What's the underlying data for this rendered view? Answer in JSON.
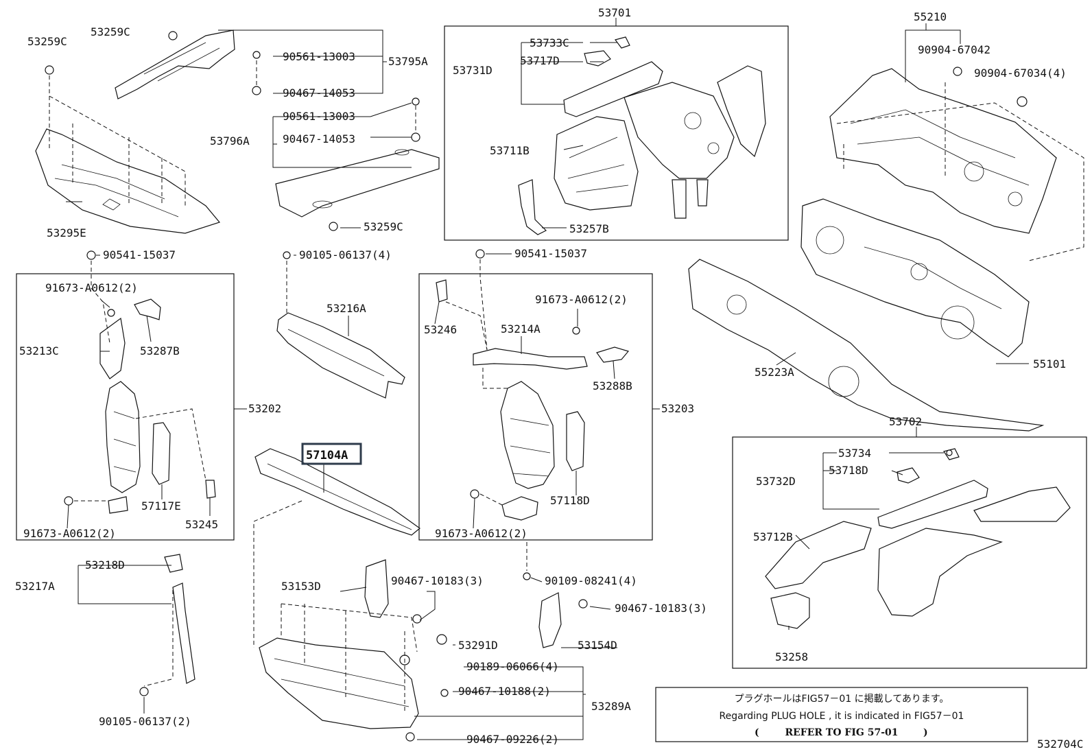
{
  "highlight": {
    "part_no": "57104A",
    "color": "#2e3b4b"
  },
  "labels": [
    {
      "id": "l_53701",
      "text": "53701"
    },
    {
      "id": "l_55210",
      "text": "55210"
    },
    {
      "id": "l_53259C_a",
      "text": "53259C"
    },
    {
      "id": "l_53259C_b",
      "text": "53259C"
    },
    {
      "id": "l_53733C",
      "text": "53733C"
    },
    {
      "id": "l_53731D",
      "text": "53731D"
    },
    {
      "id": "l_53717D",
      "text": "53717D"
    },
    {
      "id": "l_90904_67042",
      "text": "90904-67042"
    },
    {
      "id": "l_90904_67034",
      "text": "90904-67034(4)"
    },
    {
      "id": "l_90561_13003_a",
      "text": "90561-13003"
    },
    {
      "id": "l_53795A",
      "text": "53795A"
    },
    {
      "id": "l_90467_14053_a",
      "text": "90467-14053"
    },
    {
      "id": "l_90561_13003_b",
      "text": "90561-13003"
    },
    {
      "id": "l_53796A",
      "text": "53796A"
    },
    {
      "id": "l_90467_14053_b",
      "text": "90467-14053"
    },
    {
      "id": "l_53711B",
      "text": "53711B"
    },
    {
      "id": "l_53295E",
      "text": "53295E"
    },
    {
      "id": "l_53259C_c",
      "text": "53259C"
    },
    {
      "id": "l_53257B",
      "text": "53257B"
    },
    {
      "id": "l_90541_15037_a",
      "text": "90541-15037"
    },
    {
      "id": "l_90105_06137_4",
      "text": "90105-06137(4)"
    },
    {
      "id": "l_90541_15037_b",
      "text": "90541-15037"
    },
    {
      "id": "l_91673_A0612_a",
      "text": "91673-A0612(2)"
    },
    {
      "id": "l_91673_A0612_b",
      "text": "91673-A0612(2)"
    },
    {
      "id": "l_53216A",
      "text": "53216A"
    },
    {
      "id": "l_53246",
      "text": "53246"
    },
    {
      "id": "l_53213C",
      "text": "53213C"
    },
    {
      "id": "l_53287B",
      "text": "53287B"
    },
    {
      "id": "l_53214A",
      "text": "53214A"
    },
    {
      "id": "l_55101",
      "text": "55101"
    },
    {
      "id": "l_55223A",
      "text": "55223A"
    },
    {
      "id": "l_53288B",
      "text": "53288B"
    },
    {
      "id": "l_53202",
      "text": "53202"
    },
    {
      "id": "l_53203",
      "text": "53203"
    },
    {
      "id": "l_53702",
      "text": "53702"
    },
    {
      "id": "l_53734",
      "text": "53734"
    },
    {
      "id": "l_53718D",
      "text": "53718D"
    },
    {
      "id": "l_53732D",
      "text": "53732D"
    },
    {
      "id": "l_57117E",
      "text": "57117E"
    },
    {
      "id": "l_57118D",
      "text": "57118D"
    },
    {
      "id": "l_53245",
      "text": "53245"
    },
    {
      "id": "l_91673_A0612_c",
      "text": "91673-A0612(2)"
    },
    {
      "id": "l_91673_A0612_d",
      "text": "91673-A0612(2)"
    },
    {
      "id": "l_53712B",
      "text": "53712B"
    },
    {
      "id": "l_53218D",
      "text": "53218D"
    },
    {
      "id": "l_53217A",
      "text": "53217A"
    },
    {
      "id": "l_90109_08241",
      "text": "90109-08241(4)"
    },
    {
      "id": "l_53153D",
      "text": "53153D"
    },
    {
      "id": "l_90467_10183_a",
      "text": "90467-10183(3)"
    },
    {
      "id": "l_90467_10183_b",
      "text": "90467-10183(3)"
    },
    {
      "id": "l_53258",
      "text": "53258"
    },
    {
      "id": "l_53291D",
      "text": "53291D"
    },
    {
      "id": "l_53154D",
      "text": "53154D"
    },
    {
      "id": "l_90189_06066",
      "text": "90189-06066(4)"
    },
    {
      "id": "l_90467_10188",
      "text": "90467-10188(2)"
    },
    {
      "id": "l_53289A",
      "text": "53289A"
    },
    {
      "id": "l_90105_06137_2",
      "text": "90105-06137(2)"
    },
    {
      "id": "l_90467_09226",
      "text": "90467-09226(2)"
    }
  ],
  "note": {
    "line1": "プラグホールはFIG57－01 に掲載してあります。",
    "line2": "Regarding PLUG HOLE , it is indicated in FIG57－01",
    "line3_open": "(",
    "line3_ref": "REFER TO FIG 57-01",
    "line3_close": ")"
  },
  "figure_code": "532704C"
}
